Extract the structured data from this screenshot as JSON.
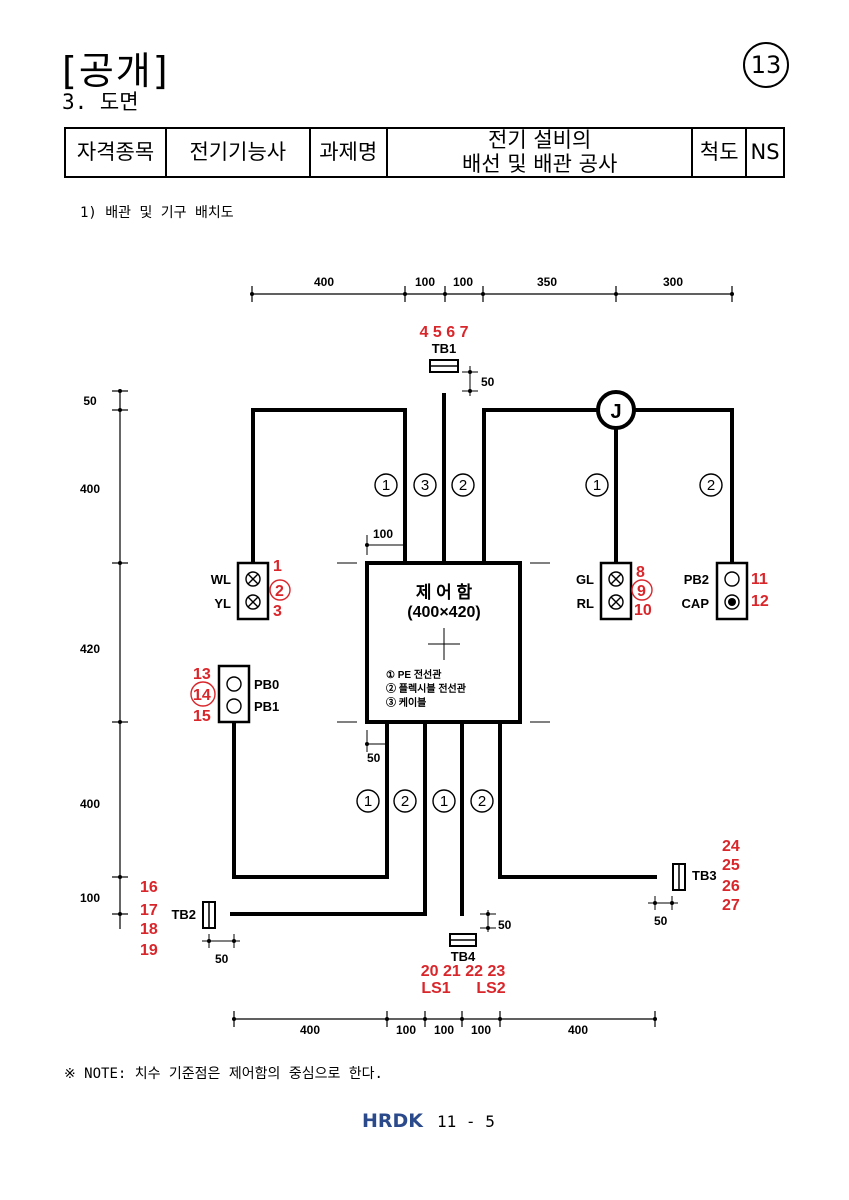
{
  "header": {
    "title": "[공개]",
    "subtitle": "3. 도면",
    "page_badge": "13"
  },
  "info_table": {
    "label_qualification": "자격종목",
    "qualification": "전기기능사",
    "label_task": "과제명",
    "task_line1": "전기 설비의",
    "task_line2": "배선 및 배관 공사",
    "label_scale": "척도",
    "scale": "NS"
  },
  "section_title": "1) 배관 및 기구 배치도",
  "diagram": {
    "top_dims": [
      "400",
      "100",
      "100",
      "350",
      "300"
    ],
    "bottom_dims": [
      "400",
      "100",
      "100",
      "100",
      "400"
    ],
    "left_dims": [
      "50",
      "400",
      "420",
      "400",
      "100"
    ],
    "small_dims": {
      "tb1_offset": "50",
      "control_box_top": "100",
      "control_box_bottom": "50",
      "tb4_offset": "50",
      "tb3_offset": "50",
      "tb2_offset": "50"
    },
    "control_box": {
      "title": "제 어 함",
      "size": "(400×420)",
      "legend1": "① PE 전선관",
      "legend2": "② 플렉시블 전선관",
      "legend3": "③ 케이블"
    },
    "junction_label": "J",
    "devices": {
      "WL": "WL",
      "YL": "YL",
      "GL": "GL",
      "RL": "RL",
      "PB2": "PB2",
      "CAP": "CAP",
      "PB0": "PB0",
      "PB1": "PB1",
      "TB1": "TB1",
      "TB2": "TB2",
      "TB3": "TB3",
      "TB4": "TB4"
    },
    "pipe_marks": {
      "upper": [
        "①",
        "③",
        "②",
        "①",
        "②"
      ],
      "lower": [
        "①",
        "②",
        "①",
        "②"
      ]
    },
    "terminal_numbers": {
      "wl": "1",
      "wl_yl": "2",
      "yl": "3",
      "gl": "8",
      "gl_rl": "9",
      "rl": "10",
      "pb2": "11",
      "cap": "12",
      "pb0": "13",
      "pb0_pb1": "14",
      "pb1": "15",
      "tb1": "4 5 6 7",
      "tb2": [
        "16",
        "17",
        "18",
        "19"
      ],
      "tb3": [
        "24",
        "25",
        "26",
        "27"
      ],
      "tb4": "20 21 22 23",
      "ls1": "LS1",
      "ls2": "LS2"
    },
    "colors": {
      "accent_red": "#d9262b",
      "line": "#000000",
      "logo_blue": "#2b4a8c"
    }
  },
  "note": "※ NOTE: 치수 기준점은 제어함의 중심으로 한다.",
  "footer": {
    "logo": "HRDK",
    "page": "11 - 5"
  }
}
